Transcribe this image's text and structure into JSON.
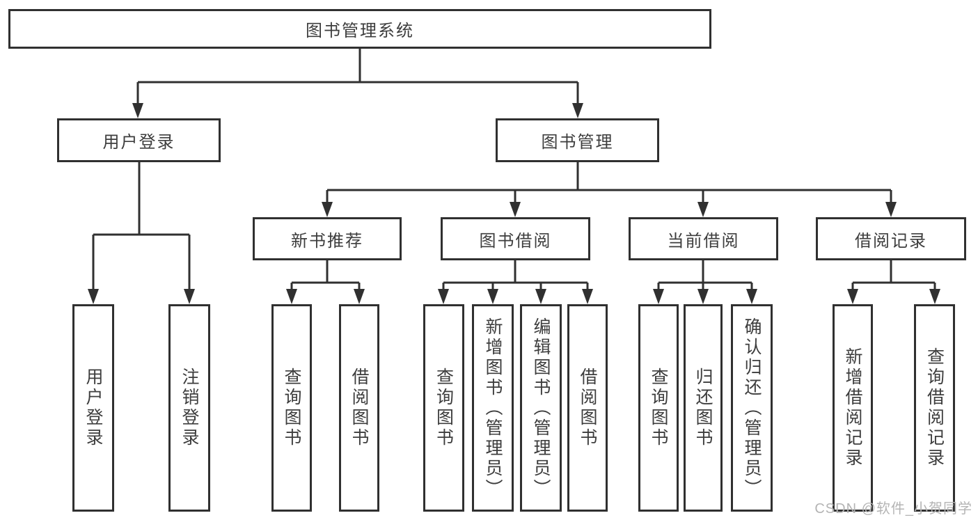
{
  "tree": {
    "root": {
      "label": "图书管理系统",
      "children": [
        {
          "label": "用户登录",
          "children": [
            {
              "label": "用户登录"
            },
            {
              "label": "注销登录"
            }
          ]
        },
        {
          "label": "图书管理",
          "children": [
            {
              "label": "新书推荐",
              "children": [
                {
                  "label": "查询图书"
                },
                {
                  "label": "借阅图书"
                }
              ]
            },
            {
              "label": "图书借阅",
              "children": [
                {
                  "label": "查询图书"
                },
                {
                  "label": "新增图书（管理员）"
                },
                {
                  "label": "编辑图书（管理员）"
                },
                {
                  "label": "借阅图书"
                }
              ]
            },
            {
              "label": "当前借阅",
              "children": [
                {
                  "label": "查询图书"
                },
                {
                  "label": "归还图书"
                },
                {
                  "label": "确认归还（管理员）"
                }
              ]
            },
            {
              "label": "借阅记录",
              "children": [
                {
                  "label": "新增借阅记录"
                },
                {
                  "label": "查询借阅记录"
                }
              ]
            }
          ]
        }
      ]
    }
  },
  "watermark": {
    "text": "CSDN @软件_小贺同学"
  },
  "colors": {
    "line": "#303030",
    "text": "#3d3d3d",
    "watermark": "#b4b4b4",
    "background": "#ffffff"
  }
}
